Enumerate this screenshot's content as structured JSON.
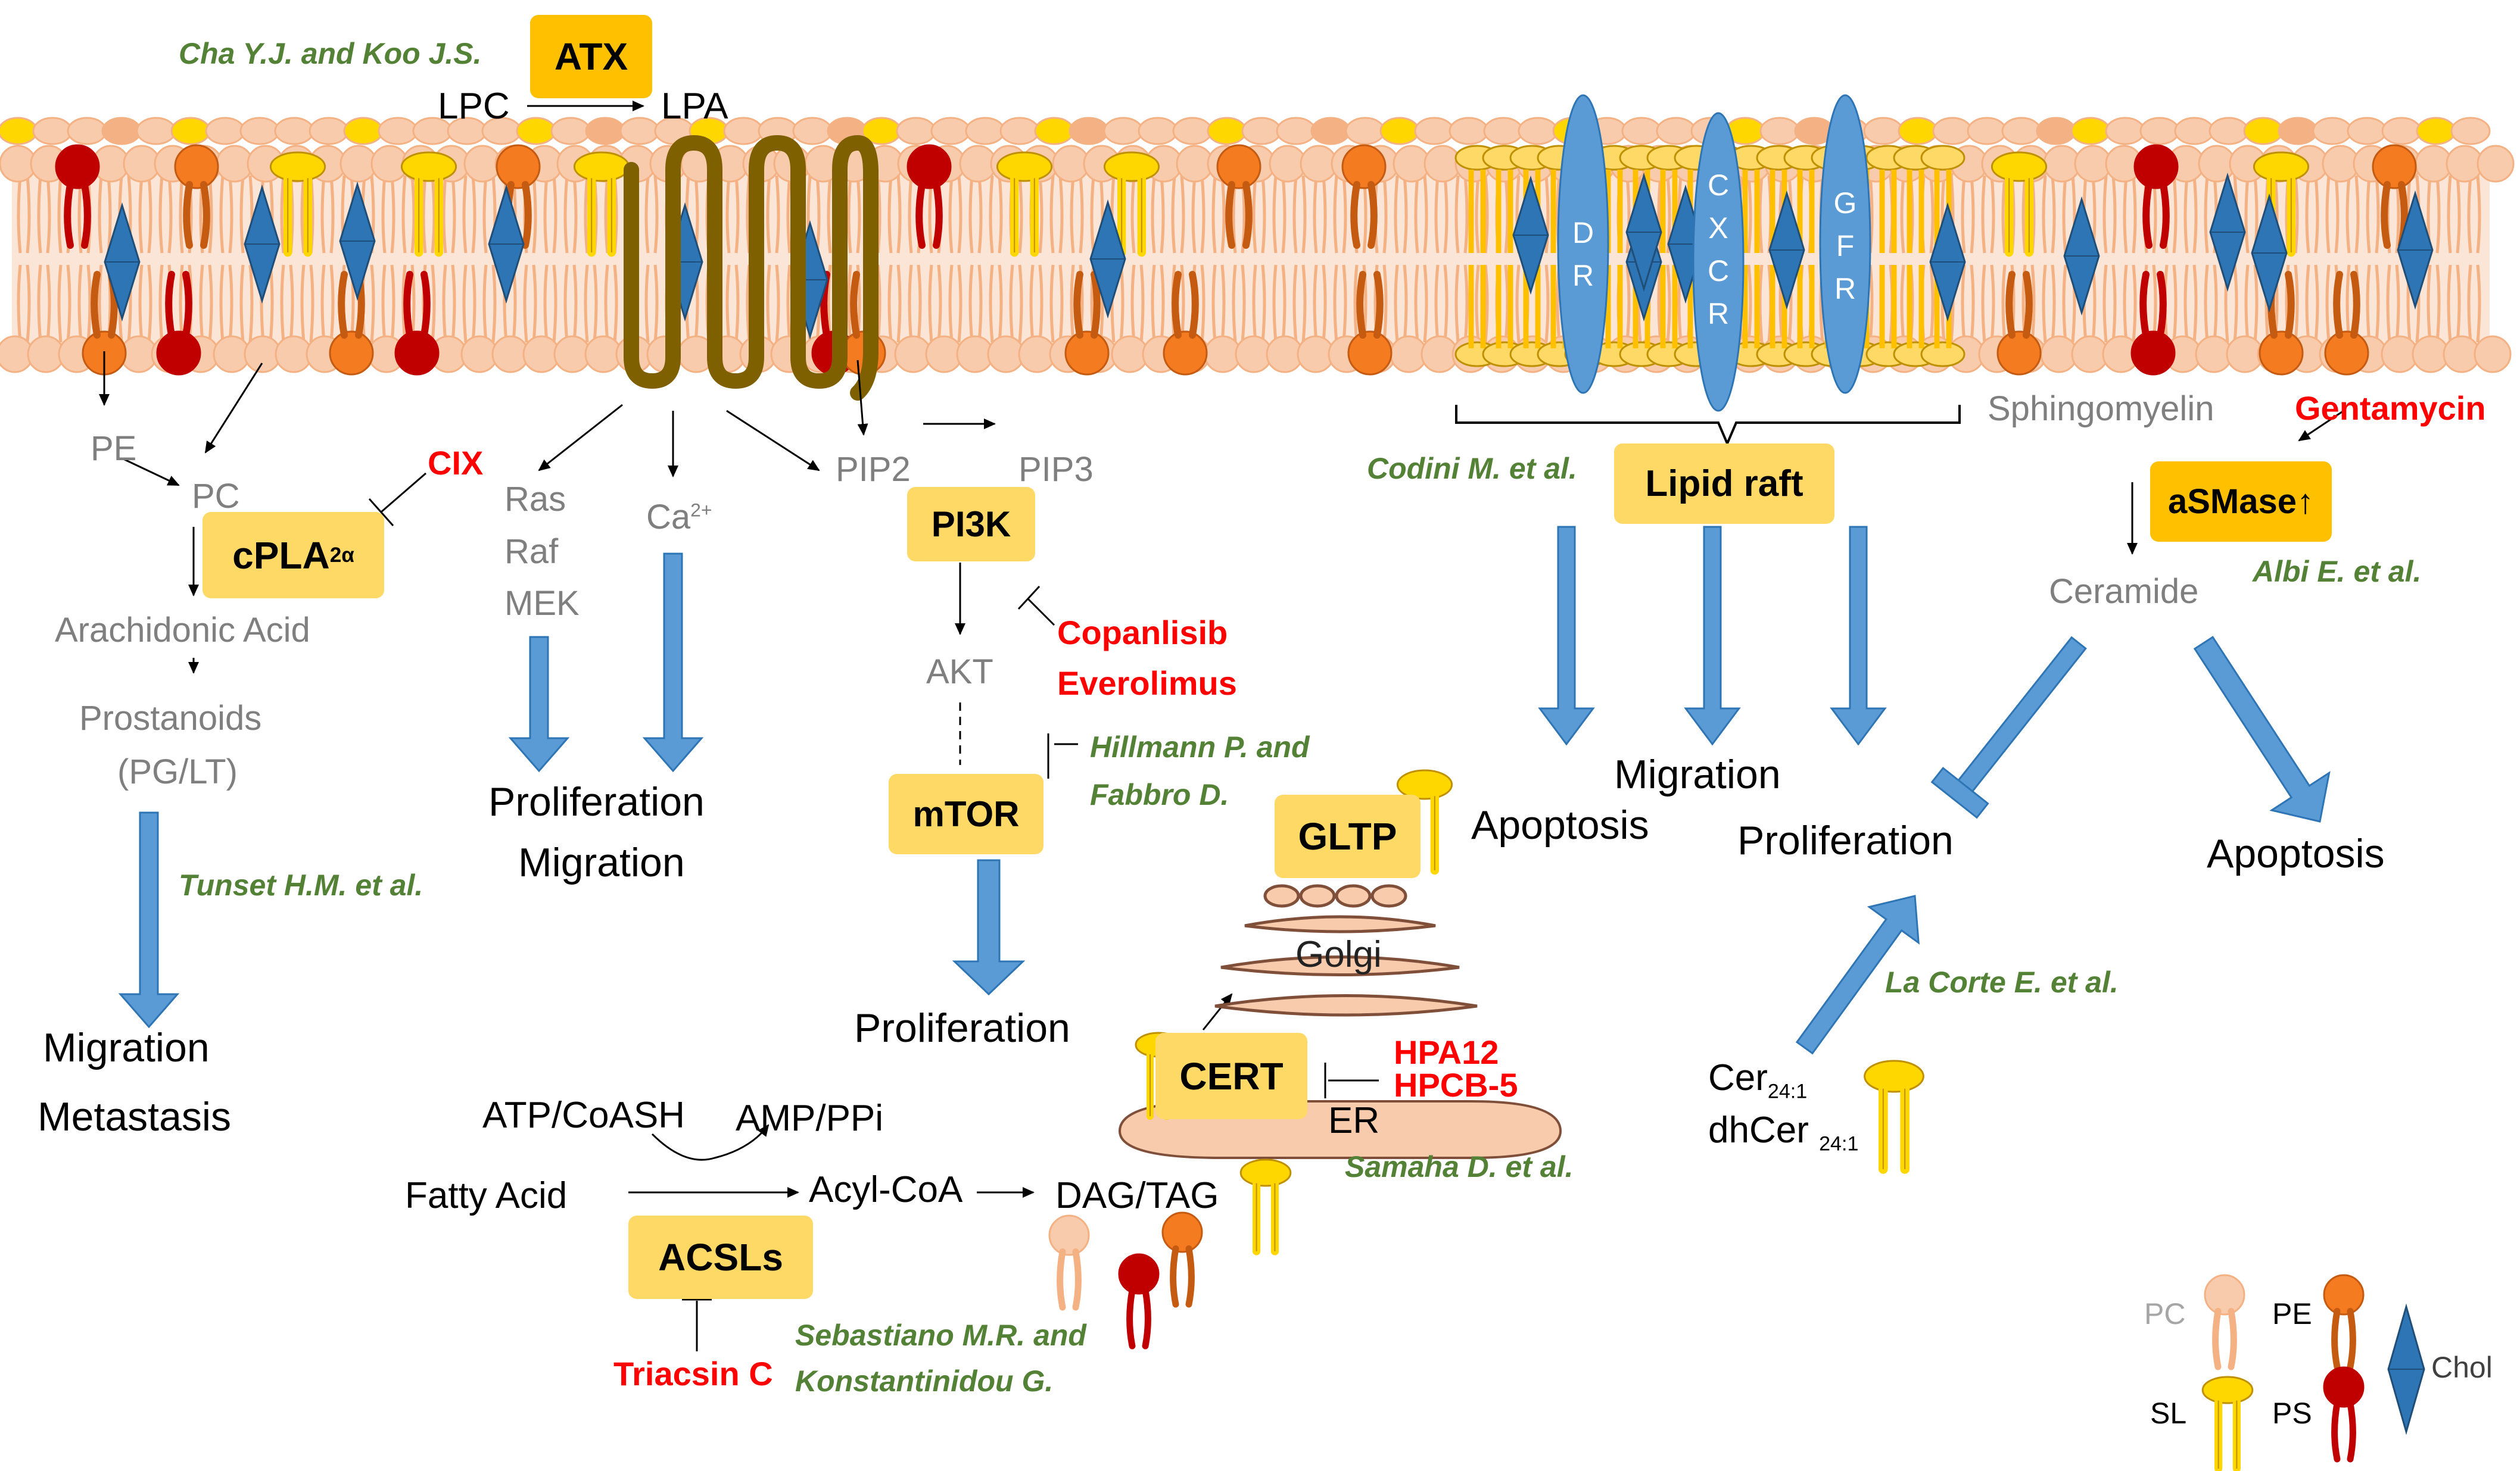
{
  "references": {
    "cha_koo": "Cha Y.J. and  Koo J.S.",
    "tunset": "Tunset H.M. et al.",
    "hillmann_1": "Hillmann P. and",
    "hillmann_2": "Fabbro D.",
    "codini": "Codini M. et al.",
    "albi": "Albi E. et al.",
    "la_corte": "La Corte E. et al.",
    "samaha": "Samaha D. et al.",
    "sebastiano_1": "Sebastiano M.R. and",
    "sebastiano_2": "Konstantinidou G."
  },
  "enzymes": {
    "atx": "ATX",
    "cpla2": "cPLA",
    "cpla2_sub": "2α",
    "pi3k": "PI3K",
    "mtor": "mTOR",
    "gltp": "GLTP",
    "cert": "CERT",
    "acsls": "ACSLs",
    "lipid_raft": "Lipid raft",
    "asmase": "aSMase↑"
  },
  "drugs": {
    "cix": "CIX",
    "copanlisib": "Copanlisib",
    "everolimus": "Everolimus",
    "hpa12": "HPA12",
    "hpcb5": "HPCB-5",
    "triacsin": "Triacsin  C",
    "gentamycin": "Gentamycin"
  },
  "metabolites": {
    "lpc": "LPC",
    "lpa": "LPA",
    "pe": "PE",
    "pc": "PC",
    "arachidonic": "Arachidonic Acid",
    "prostanoids": "Prostanoids",
    "pg_lt": "(PG/LT)",
    "ras": "Ras",
    "raf": "Raf",
    "mek": "MEK",
    "ca": "Ca",
    "ca_sup": "2+",
    "pip2": "PIP2",
    "pip3": "PIP3",
    "akt": "AKT",
    "sphingomyelin": "Sphingomyelin",
    "ceramide": "Ceramide",
    "cer": "Cer",
    "cer_sub": "24:1",
    "dhcer": "dhCer ",
    "dhcer_sub": "24:1",
    "atp": "ATP/CoASH",
    "amp": "AMP/PPi",
    "fatty_acid": "Fatty Acid",
    "acyl_coa": "Acyl-CoA",
    "dag_tag": "DAG/TAG",
    "golgi": "Golgi",
    "er": "ER"
  },
  "outcomes": {
    "migration_1": "Migration",
    "metastasis": "Metastasis",
    "proliferation_1": "Proliferation",
    "migration_2": "Migration",
    "proliferation_2": "Proliferation",
    "apoptosis_1": "Apoptosis",
    "migration_3": "Migration",
    "proliferation_3": "Proliferation",
    "apoptosis_2": "Apoptosis"
  },
  "receptors": {
    "dr": [
      "D",
      "R"
    ],
    "cxcr": [
      "C",
      "X",
      "C",
      "R"
    ],
    "gfr": [
      "G",
      "F",
      "R"
    ]
  },
  "legend": {
    "pc": "PC",
    "pe": "PE",
    "sl": "SL",
    "ps": "PS",
    "chol": "Chol"
  },
  "colors": {
    "pc_head": "#f8cbad",
    "pc_head_outline": "#f4b183",
    "pe_head": "#f47b20",
    "ps_head": "#c00000",
    "sl_head": "#ffd700",
    "chol": "#2e75b6",
    "blue_arrow": "#5b9bd5",
    "enzyme_box": "#ffd966",
    "receptor_tm": "#7f6000",
    "drug_text": "#ff0000",
    "ref_text": "#538135"
  }
}
